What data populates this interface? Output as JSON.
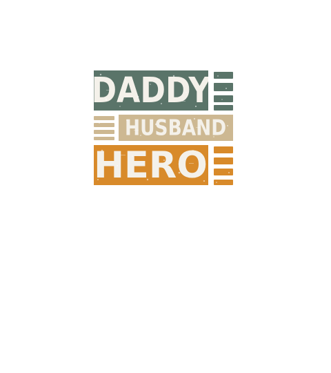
{
  "design": {
    "words": {
      "daddy": "DADDY",
      "husband": "HUSBAND",
      "hero": "HERO"
    },
    "colors": {
      "background": "#ffffff",
      "daddy_block": "#5a7469",
      "husband_block": "#cdb892",
      "hero_block": "#d88a2a",
      "letters": "#f4f1ea"
    }
  }
}
